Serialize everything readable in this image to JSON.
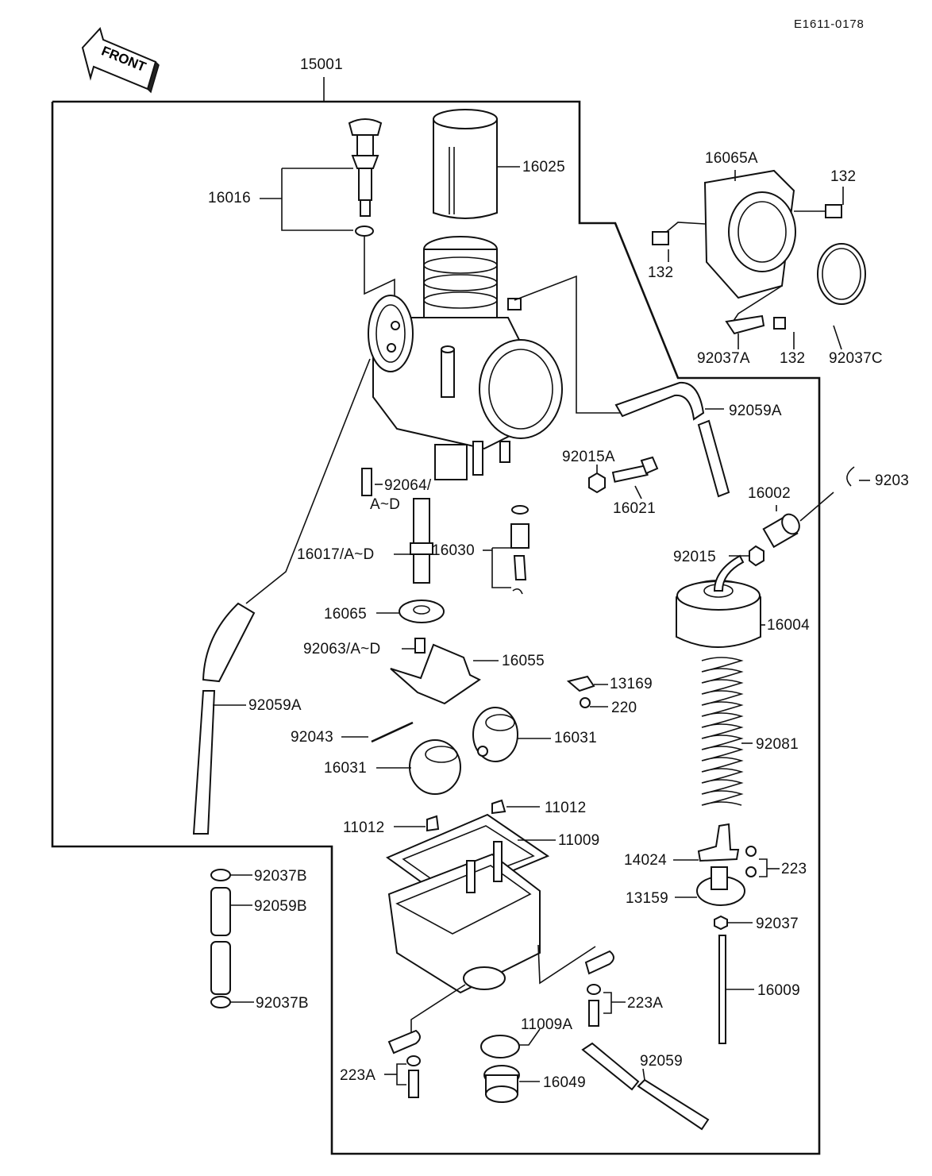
{
  "document_id": "E1611-0178",
  "front_label": "FRONT",
  "labels": {
    "l15001": "15001",
    "l16025": "16025",
    "l16016": "16016",
    "l16065A": "16065A",
    "l132a": "132",
    "l132b": "132",
    "l132c": "132",
    "l92037A": "92037A",
    "l92037C": "92037C",
    "l92059A_top": "92059A",
    "l92015A": "92015A",
    "l16021": "16021",
    "l92064": "92064/",
    "l92064sub": "A~D",
    "l9203": "9203",
    "l16002": "16002",
    "l16030": "16030",
    "l16017": "16017/A~D",
    "l92015": "92015",
    "l16004": "16004",
    "l16065": "16065",
    "l92063": "92063/A~D",
    "l16055": "16055",
    "l13169": "13169",
    "l220": "220",
    "l92059A_left": "92059A",
    "l92043": "92043",
    "l16031a": "16031",
    "l16031b": "16031",
    "l92081": "92081",
    "l11012a": "11012",
    "l11012b": "11012",
    "l11009": "11009",
    "l14024": "14024",
    "l223": "223",
    "l92037B_top": "92037B",
    "l92059B": "92059B",
    "l13159": "13159",
    "l92037": "92037",
    "l16009": "16009",
    "l223A_right": "223A",
    "l92037B_bot": "92037B",
    "l11009A": "11009A",
    "l92059": "92059",
    "l223A_left": "223A",
    "l16049": "16049"
  }
}
